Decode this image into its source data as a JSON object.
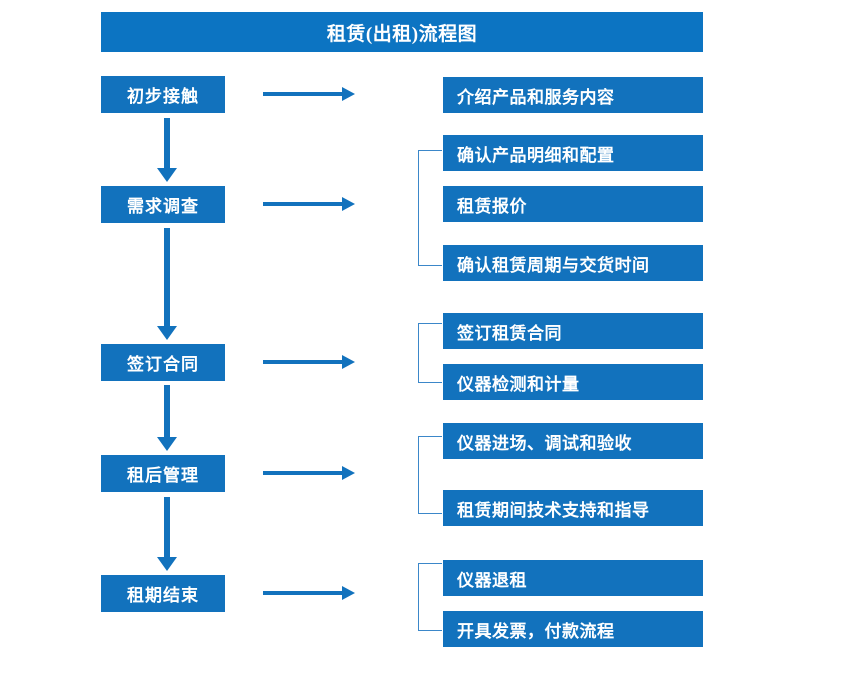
{
  "title": "租赁(出租)流程图",
  "colors": {
    "box_blue": "#1272BD",
    "title_blue": "#0C74C2",
    "bracket_blue": "#3B87C9",
    "text_white": "#FFFFFF",
    "background": "#FFFFFF"
  },
  "stages": [
    {
      "label": "初步接触"
    },
    {
      "label": "需求调查"
    },
    {
      "label": "签订合同"
    },
    {
      "label": "租后管理"
    },
    {
      "label": "租期结束"
    }
  ],
  "details": [
    {
      "label": "介绍产品和服务内容"
    },
    {
      "label": "确认产品明细和配置"
    },
    {
      "label": "租赁报价"
    },
    {
      "label": "确认租赁周期与交货时间"
    },
    {
      "label": "签订租赁合同"
    },
    {
      "label": "仪器检测和计量"
    },
    {
      "label": "仪器进场、调试和验收"
    },
    {
      "label": "租赁期间技术支持和指导"
    },
    {
      "label": "仪器退租"
    },
    {
      "label": "开具发票，付款流程"
    }
  ],
  "groups": [
    {
      "stage": "初步接触",
      "details": [
        "介绍产品和服务内容"
      ],
      "bracketed": false
    },
    {
      "stage": "需求调查",
      "details": [
        "确认产品明细和配置",
        "租赁报价",
        "确认租赁周期与交货时间"
      ],
      "bracketed": true
    },
    {
      "stage": "签订合同",
      "details": [
        "签订租赁合同",
        "仪器检测和计量"
      ],
      "bracketed": true
    },
    {
      "stage": "租后管理",
      "details": [
        "仪器进场、调试和验收",
        "租赁期间技术支持和指导"
      ],
      "bracketed": true
    },
    {
      "stage": "租期结束",
      "details": [
        "仪器退租",
        "开具发票，付款流程"
      ],
      "bracketed": true
    }
  ],
  "flow_sequence": [
    "初步接触",
    "需求调查",
    "签订合同",
    "租后管理",
    "租期结束"
  ]
}
